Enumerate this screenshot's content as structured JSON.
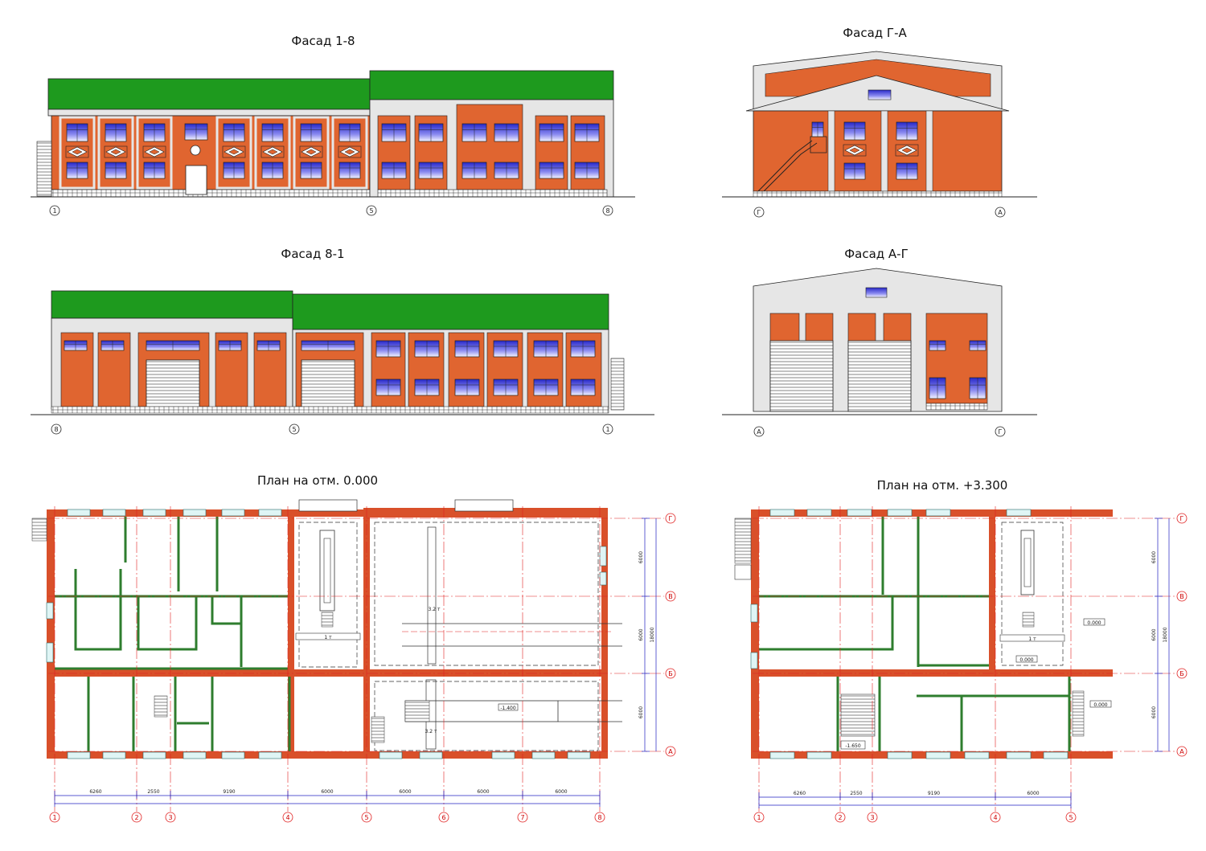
{
  "titles": {
    "facade_1_8": "Фасад 1-8",
    "facade_g_a": "Фасад Г-А",
    "facade_8_1": "Фасад 8-1",
    "facade_a_g": "Фасад А-Г",
    "plan_0": "План на отм. 0.000",
    "plan_33": "План на отм. +3.300"
  },
  "axes": {
    "f18": [
      "1",
      "5",
      "8"
    ],
    "fga": [
      "Г",
      "А"
    ],
    "f81": [
      "8",
      "5",
      "1"
    ],
    "fag": [
      "А",
      "Г"
    ],
    "plan1_num": [
      "1",
      "2",
      "3",
      "4",
      "5",
      "6",
      "7",
      "8"
    ],
    "plan2_num": [
      "1",
      "2",
      "3",
      "4",
      "5"
    ],
    "letters": [
      "Г",
      "В",
      "Б",
      "А"
    ]
  },
  "dims": {
    "plan1": [
      "6260",
      "2550",
      "9190",
      "6000",
      "6000",
      "6000",
      "6000"
    ],
    "plan2": [
      "6260",
      "2550",
      "9190",
      "6000"
    ],
    "vertical": [
      "6000",
      "6000",
      "6000"
    ],
    "overall": "18000"
  },
  "marks": {
    "crane_span_1": "1 т",
    "crane_span_2": "3.2 т",
    "crane_span_3": "3.2 т",
    "pit_level": "-1.400",
    "stair_level": "-1.650",
    "level_a": "0.000",
    "level_b": "0.000",
    "level_c": "0.000",
    "crane_span_4": "1 т"
  },
  "colors": {
    "brick": "#E06530",
    "roof": "#1E9A1E",
    "plaster": "#E6E6E6",
    "glass": "#3A3AD8",
    "plan_wall": "#D9502A",
    "partition": "#2E7D2E",
    "axis_red": "#E02020",
    "dim_blue": "#2020C0"
  }
}
